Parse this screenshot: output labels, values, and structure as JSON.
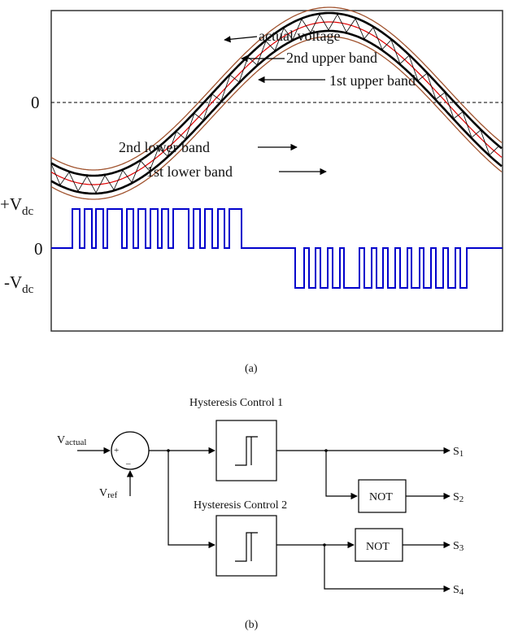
{
  "panel_a": {
    "caption": "(a)",
    "axis_zero": "0",
    "pos_label": "+V",
    "pos_sub": "dc",
    "out_zero": "0",
    "neg_label": "-V",
    "neg_sub": "dc",
    "labels": {
      "actual_voltage": "actual voltage",
      "upper2": "2nd upper band",
      "upper1": "1st upper band",
      "lower2": "2nd lower band",
      "lower1": "1st lower band"
    },
    "colors": {
      "outer_band": "#a0522d",
      "inner_band": "#000000",
      "reference": "#e00000",
      "zigzag": "#000000",
      "pulses": "#0000cc"
    }
  },
  "panel_b": {
    "caption": "(b)",
    "title1": "Hysteresis Control 1",
    "title2": "Hysteresis Control 2",
    "v_actual": "V",
    "v_actual_sub": "actual",
    "v_ref": "V",
    "v_ref_sub": "ref",
    "plus": "+",
    "minus": "–",
    "not1": "NOT",
    "not2": "NOT",
    "s1": "S",
    "s1_sub": "1",
    "s2": "S",
    "s2_sub": "2",
    "s3": "S",
    "s3_sub": "3",
    "s4": "S",
    "s4_sub": "4"
  }
}
